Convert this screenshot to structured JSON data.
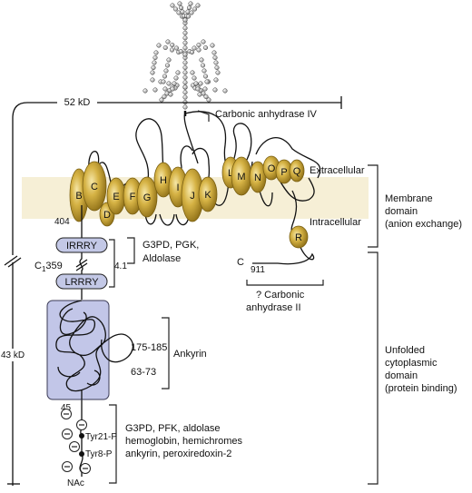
{
  "sizes": {
    "top": "52 kD",
    "left": "43 kD"
  },
  "carbonic_anhydrase_iv": "Carbonic anhydrase IV",
  "extracellular": "Extracellular",
  "intracellular": "Intracellular",
  "membrane_domain": [
    "Membrane",
    "domain",
    "(anion exchange)"
  ],
  "cytoplasmic_domain": [
    "Unfolded",
    "cytoplasmic",
    "domain",
    "(protein binding)"
  ],
  "helices": [
    "B",
    "C",
    "D",
    "E",
    "F",
    "G",
    "H",
    "I",
    "J",
    "K",
    "L",
    "M",
    "N",
    "O",
    "P",
    "Q",
    "R"
  ],
  "residues": {
    "r404": "404",
    "r911": "911",
    "r45": "45",
    "c_terminus": "C",
    "nac": "NAc"
  },
  "motifs": {
    "irrry": "IRRRY",
    "lrrry": "LRRRY",
    "c1359_c": "C",
    "c1359_sub": "1",
    "c1359_num": "359",
    "b41": "4.1"
  },
  "g3pd_pgk": [
    "G3PD, PGK,",
    "Aldolase"
  ],
  "carbonic_anhydrase_ii": [
    "? Carbonic",
    "anhydrase II"
  ],
  "ankyrin": {
    "label": "Ankyrin",
    "range1": "175-185",
    "range2": "63-73"
  },
  "tyrosines": {
    "tyr21": "Tyr21-P",
    "tyr8": "Tyr8-P"
  },
  "nterm_binding": [
    "G3PD, PFK, aldolase",
    "hemoglobin, hemichromes",
    "ankyrin, peroxiredoxin-2"
  ],
  "colors": {
    "helix": "#c9a633",
    "membrane": "#f6efd6",
    "ankyrin_box": "#c2c6e8",
    "motif_box": "#c3c8e6"
  }
}
